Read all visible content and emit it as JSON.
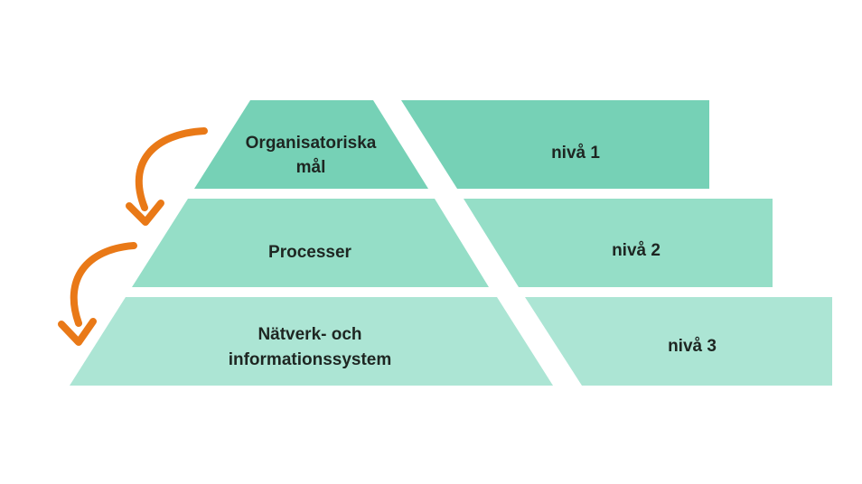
{
  "levels": [
    {
      "label_lines": [
        "Organisatoriska",
        "mål"
      ],
      "level_label": "nivå 1",
      "color": "#76d1b6"
    },
    {
      "label_lines": [
        "Processer"
      ],
      "level_label": "nivå 2",
      "color": "#95dec7"
    },
    {
      "label_lines": [
        "Nätverk- och",
        "informationssystem"
      ],
      "level_label": "nivå 3",
      "color": "#ace5d4"
    }
  ],
  "arrow_color": "#e97917",
  "arrows": [
    {
      "from": "level-1",
      "to": "level-2",
      "icon": "curved-arrow-down-icon"
    },
    {
      "from": "level-2",
      "to": "level-3",
      "icon": "curved-arrow-down-icon"
    }
  ]
}
